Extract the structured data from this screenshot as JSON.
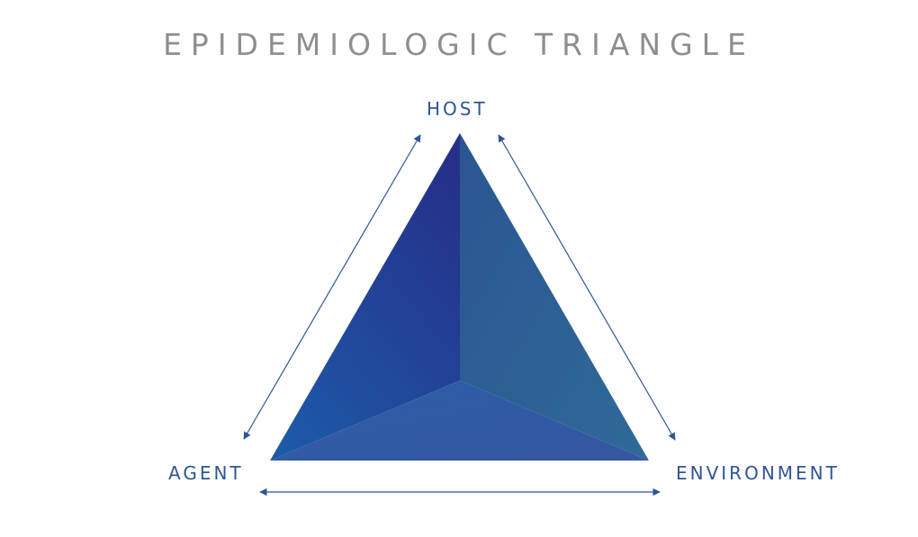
{
  "title": "EPIDEMIOLOGIC TRIANGLE",
  "vertices": {
    "host": "HOST",
    "agent": "AGENT",
    "environment": "ENVIRONMENT"
  },
  "colors": {
    "title": "#8e8e8e",
    "label": "#2f5596",
    "arrow": "#2f5596",
    "face_left_top": "#24338a",
    "face_left_bottom": "#1f57a8",
    "face_right_top": "#2d5d9a",
    "face_right_bottom": "#2f6a98",
    "face_bottom": "#3058a4"
  }
}
